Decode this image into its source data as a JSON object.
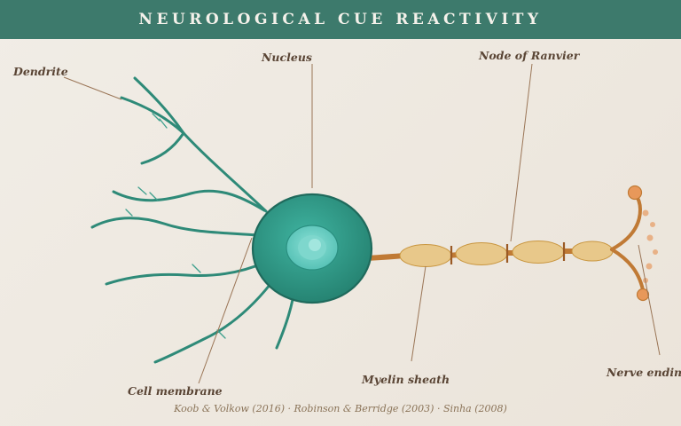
{
  "header": {
    "title": "NEUROLOGICAL CUE REACTIVITY"
  },
  "labels": {
    "dendrite": "Dendrite",
    "nucleus": "Nucleus",
    "node_of_ranvier": "Node of Ranvier",
    "cell_membrane": "Cell membrane",
    "myelin_sheath": "Myelin sheath",
    "nerve_ending": "Nerve ending"
  },
  "citation": "Koob & Volkow (2016) · Robinson & Berridge (2003) · Sinha (2008)",
  "colors": {
    "header_bg": "#3d7a6c",
    "dendrite": "#2e8a78",
    "soma": "#2f9a88",
    "nucleus": "#62c9be",
    "axon": "#c07a35",
    "myelin": "#e8c88a",
    "terminal": "#e8985a",
    "leader_line": "#9a7556"
  }
}
